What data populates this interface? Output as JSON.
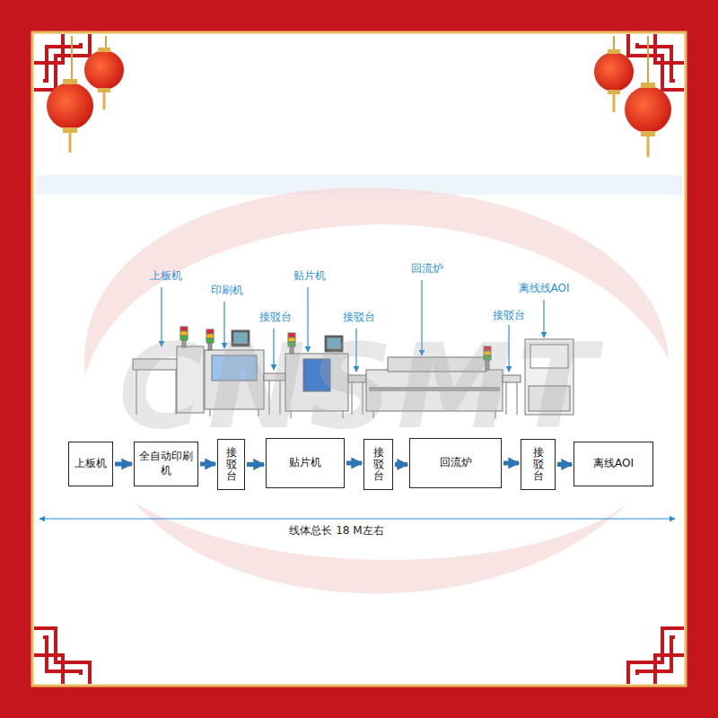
{
  "diagram": {
    "nodes": [
      {
        "text": [
          "上板机"
        ]
      },
      {
        "text": [
          "全自动印刷机"
        ]
      },
      {
        "text": [
          "接驳台"
        ]
      },
      {
        "text": [
          "贴片机"
        ]
      },
      {
        "text": [
          "接驳台"
        ]
      },
      {
        "text": [
          "回流炉"
        ]
      },
      {
        "text": [
          "接驳台"
        ]
      },
      {
        "text": [
          "离线AOI"
        ]
      }
    ],
    "edges": [
      {
        "from": 0,
        "to": 1,
        "arrow": "to"
      },
      {
        "from": 1,
        "to": 2,
        "arrow": "to"
      },
      {
        "from": 2,
        "to": 3,
        "arrow": "to"
      },
      {
        "from": 3,
        "to": 4,
        "arrow": "to"
      },
      {
        "from": 4,
        "to": 5,
        "arrow": "to"
      },
      {
        "from": 5,
        "to": 6,
        "arrow": "to"
      },
      {
        "from": 6,
        "to": 7,
        "arrow": "to"
      }
    ],
    "labels": [
      "上板机",
      "印刷机",
      "接驳台",
      "贴片机",
      "接驳台",
      "回流炉",
      "接驳台",
      "离线线AOI",
      "线体总长 18 M左右",
      "CNSMT"
    ]
  }
}
